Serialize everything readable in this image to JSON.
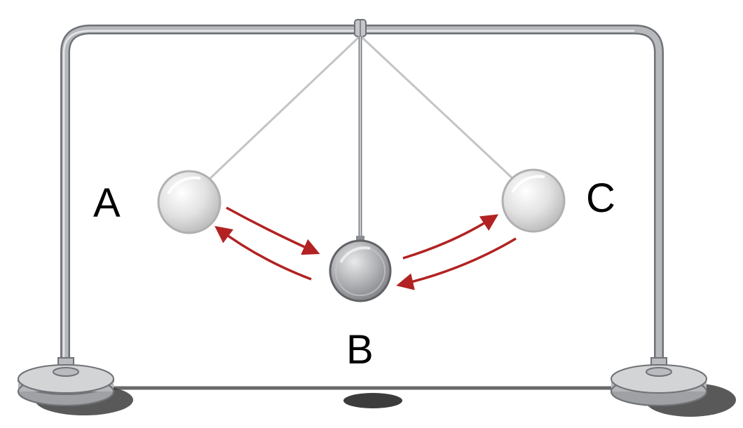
{
  "labels": {
    "a": "A",
    "b": "B",
    "c": "C"
  },
  "colors": {
    "arrow": "#b22222",
    "frame": "#8f9296",
    "frame_highlight": "#d8dadd",
    "ball_faded": "#d7d7d7",
    "ball_active": "#a7a9ac",
    "base": "#c4c6c9",
    "shadow": "#3c3c3c"
  },
  "icons": {
    "frame": "pendulum-frame-icon",
    "ball": "sphere-icon",
    "arrow": "curved-arrow-icon"
  }
}
